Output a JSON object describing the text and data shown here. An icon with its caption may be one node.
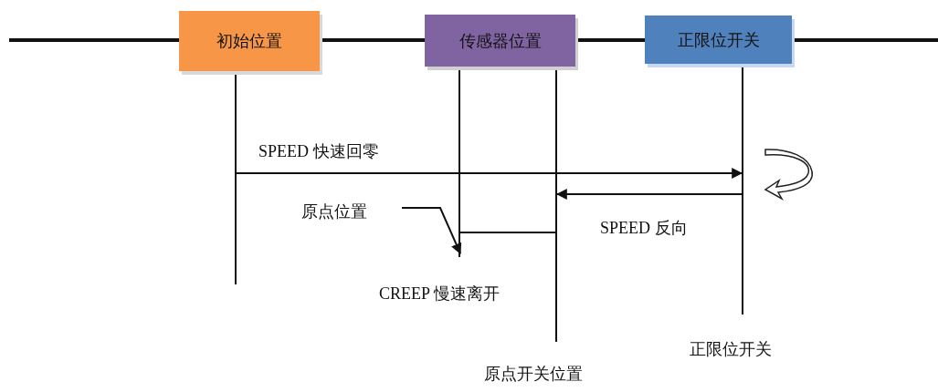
{
  "diagram": {
    "nodes": [
      {
        "text": [
          "初始位置"
        ]
      },
      {
        "text": [
          "传感器位置"
        ]
      },
      {
        "text": [
          "正限位开关"
        ]
      },
      {
        "text": [],
        "shape": "bar"
      },
      {
        "text": [],
        "shape": "bar"
      },
      {
        "text": [],
        "shape": "bar",
        "beside": [
          "原点开关位置"
        ]
      },
      {
        "text": [],
        "shape": "bar",
        "beside": [
          "正限位开关"
        ]
      },
      {
        "text": [
          "原点位置"
        ]
      }
    ],
    "edges": [
      {
        "from": 3,
        "to": 6,
        "arrow": "to",
        "label": "SPEED 快速回零"
      },
      {
        "from": 6,
        "to": 5,
        "arrow": "to",
        "label": "SPEED 反向"
      },
      {
        "from": 5,
        "to": 4,
        "arrow": "none",
        "label": "CREEP 慢速离开"
      },
      {
        "from": 7,
        "to": 4,
        "arrow": "to"
      },
      {
        "from": null,
        "to": 0,
        "arrow": "none",
        "style": "thick"
      },
      {
        "from": 0,
        "to": 1,
        "arrow": "none",
        "style": "thick"
      },
      {
        "from": 1,
        "to": 2,
        "arrow": "none",
        "style": "thick"
      },
      {
        "from": 2,
        "to": null,
        "arrow": "none",
        "style": "thick"
      }
    ]
  }
}
